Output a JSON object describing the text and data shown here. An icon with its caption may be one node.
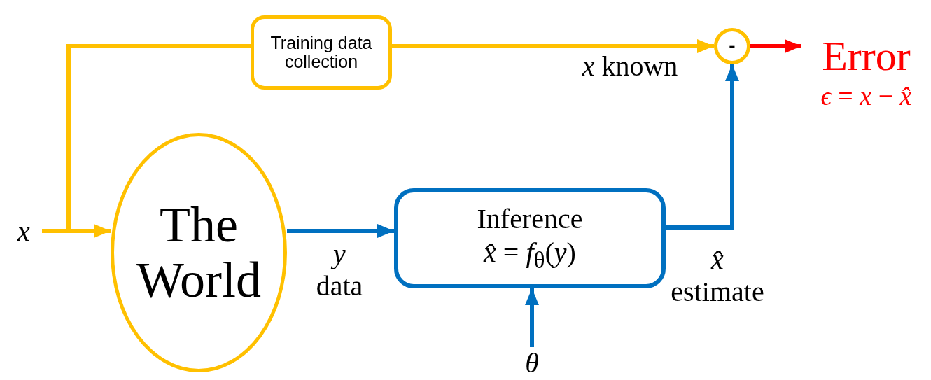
{
  "diagram": {
    "nodes": [
      {
        "text": [
          "*x*"
        ]
      },
      {
        "text": [
          "The World"
        ]
      },
      {
        "text": [
          "Training data collection"
        ]
      },
      {
        "text": [
          "Inference",
          "*x̂* = *f*$_{θ}$(*y*)"
        ]
      },
      {
        "text": [
          "-"
        ]
      },
      {
        "text": [
          "Error",
          "*ϵ* = *x* − *x̂*"
        ]
      },
      {
        "text": [
          "*θ*"
        ]
      }
    ],
    "edges": [
      {
        "from": 0,
        "to": 1,
        "arrow": "to",
        "color": "#ffc000"
      },
      {
        "from": 0,
        "to": 2,
        "arrow": "none",
        "color": "#ffc000"
      },
      {
        "from": 2,
        "to": 4,
        "arrow": "to",
        "label": "*x* known",
        "color": "#ffc000"
      },
      {
        "from": 1,
        "to": 3,
        "arrow": "to",
        "label": "*y* data",
        "color": "#0070c0"
      },
      {
        "from": 3,
        "to": 4,
        "arrow": "to",
        "label": "*x̂* estimate",
        "color": "#0070c0"
      },
      {
        "from": 6,
        "to": 3,
        "arrow": "to",
        "color": "#0070c0"
      },
      {
        "from": 4,
        "to": 5,
        "arrow": "to",
        "color": "#ff0000"
      }
    ]
  }
}
